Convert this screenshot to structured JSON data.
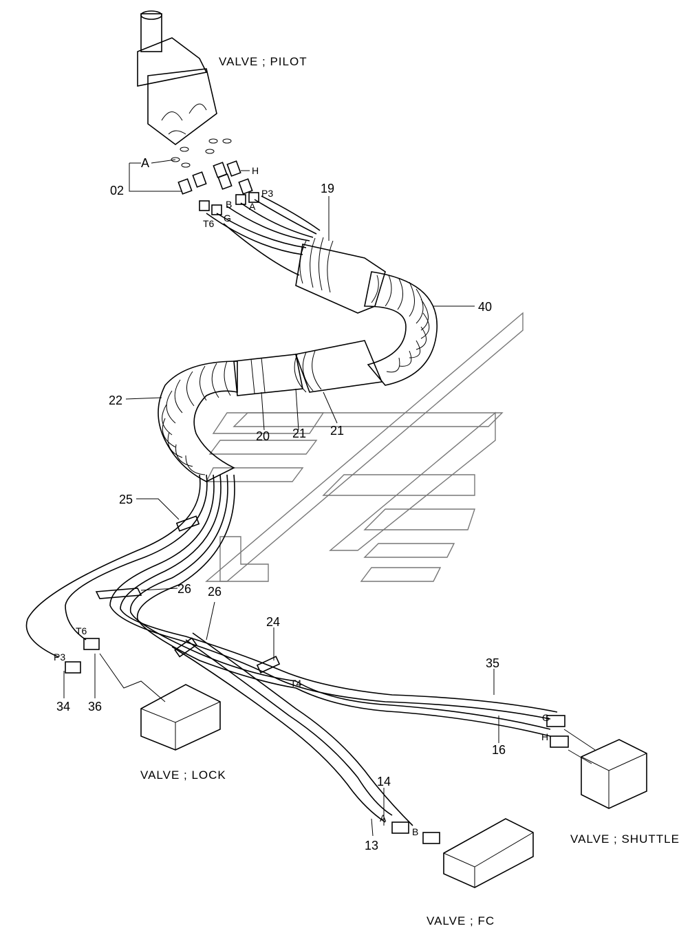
{
  "components": {
    "pilot": "VALVE ; PILOT",
    "lock": "VALVE ; LOCK",
    "shuttle": "VALVE ; SHUTTLE",
    "fc": "VALVE ; FC"
  },
  "callouts": {
    "c02": "02",
    "c19": "19",
    "c40": "40",
    "c22": "22",
    "c20": "20",
    "c21a": "21",
    "c21b": "21",
    "c25": "25",
    "c26a": "26",
    "c26b": "26",
    "c24": "24",
    "c35": "35",
    "c16": "16",
    "c14": "14",
    "c13": "13",
    "c34": "34",
    "c36": "36"
  },
  "ports": {
    "A_top": "A",
    "H_top": "H",
    "P3_top": "P3",
    "B_top": "B",
    "A_mid": "A",
    "T6_top": "T6",
    "G_top": "G",
    "T6_low": "T6",
    "P3_low": "P3",
    "T4": "T4",
    "G_shuttle": "G",
    "H_shuttle": "H",
    "A_fc": "A",
    "B_fc": "B"
  }
}
